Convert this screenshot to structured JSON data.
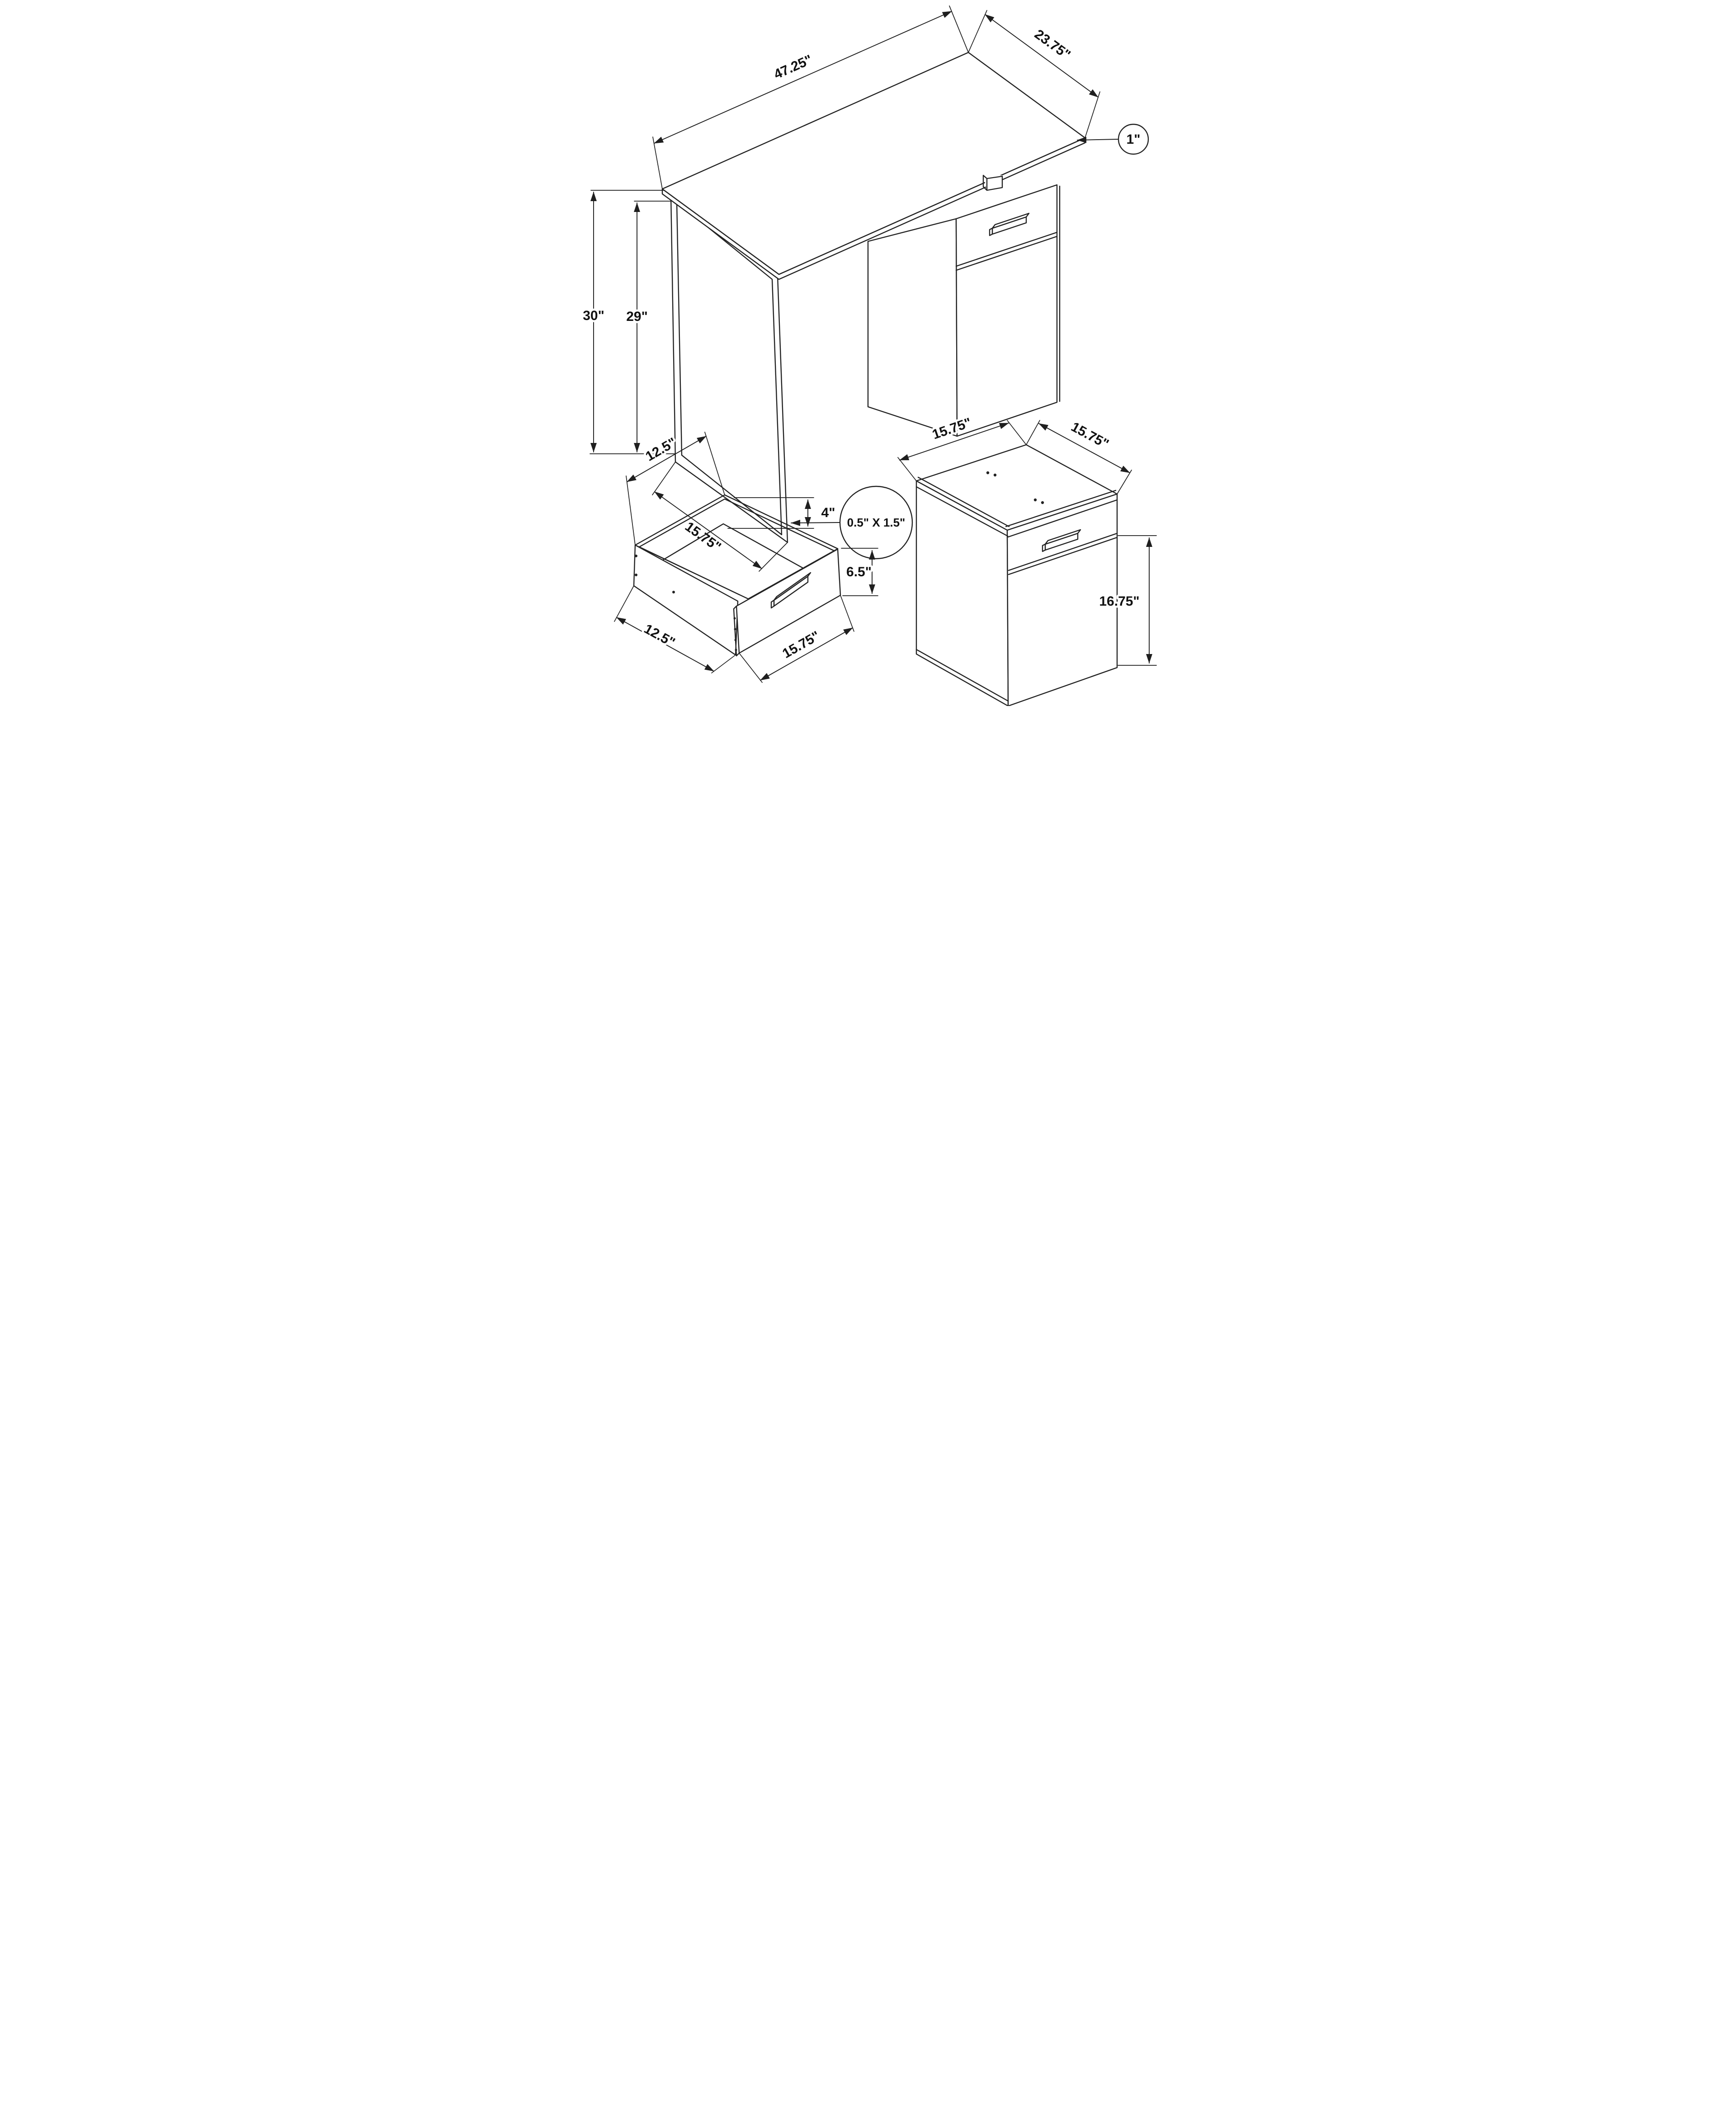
{
  "page": {
    "background": "#ffffff",
    "line_color": "#222222",
    "text_color": "#111111"
  },
  "views": {
    "desk": {
      "label": "desk-isometric-view",
      "dimensions": {
        "top_width": "47.25\"",
        "top_depth": "23.75\"",
        "top_thickness": "1\"",
        "overall_height": "30\"",
        "leg_height": "29\"",
        "leg_depth": "15.75\"",
        "leg_tube_size": "0.5\" X 1.5\""
      }
    },
    "drawer": {
      "label": "drawer-detail-view",
      "dimensions": {
        "inner_width": "12.5\"",
        "side_height": "4\"",
        "front_height": "6.5\"",
        "bottom_width": "12.5\"",
        "front_width": "15.75\""
      }
    },
    "cabinet": {
      "label": "cabinet-detail-view",
      "dimensions": {
        "top_width": "15.75\"",
        "top_depth": "15.75\"",
        "door_height": "16.75\""
      }
    }
  }
}
